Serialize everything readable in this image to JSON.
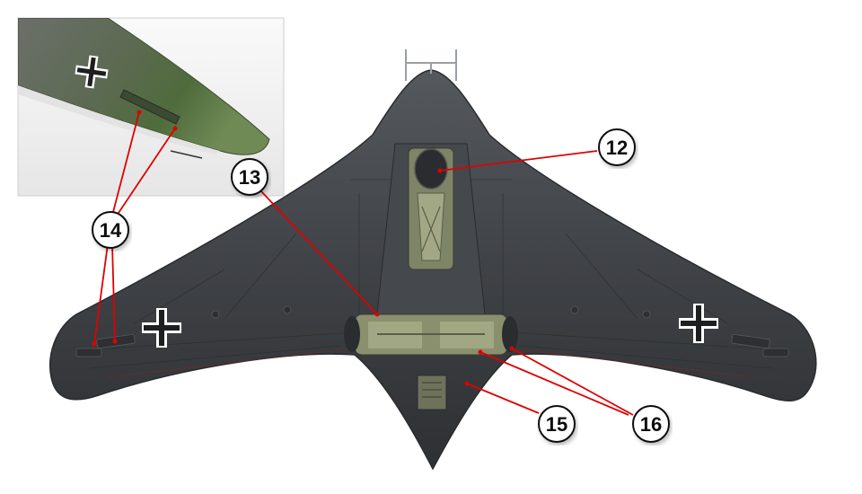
{
  "callouts": [
    {
      "id": "c12",
      "label": "12"
    },
    {
      "id": "c13",
      "label": "13"
    },
    {
      "id": "c14",
      "label": "14"
    },
    {
      "id": "c15",
      "label": "15"
    },
    {
      "id": "c16",
      "label": "16"
    }
  ],
  "colors": {
    "background": "#ffffff",
    "wing_dark": "#3a3d40",
    "wing_mid": "#4a4d51",
    "camo_green": "#5f7a4a",
    "camo_grey": "#6b6f6a",
    "bay_interior": "#8a8f6e",
    "leader_line": "#e00000",
    "insignia_white": "#ffffff"
  },
  "icons": [
    "balkenkreuz-insignia",
    "callout-circle"
  ]
}
